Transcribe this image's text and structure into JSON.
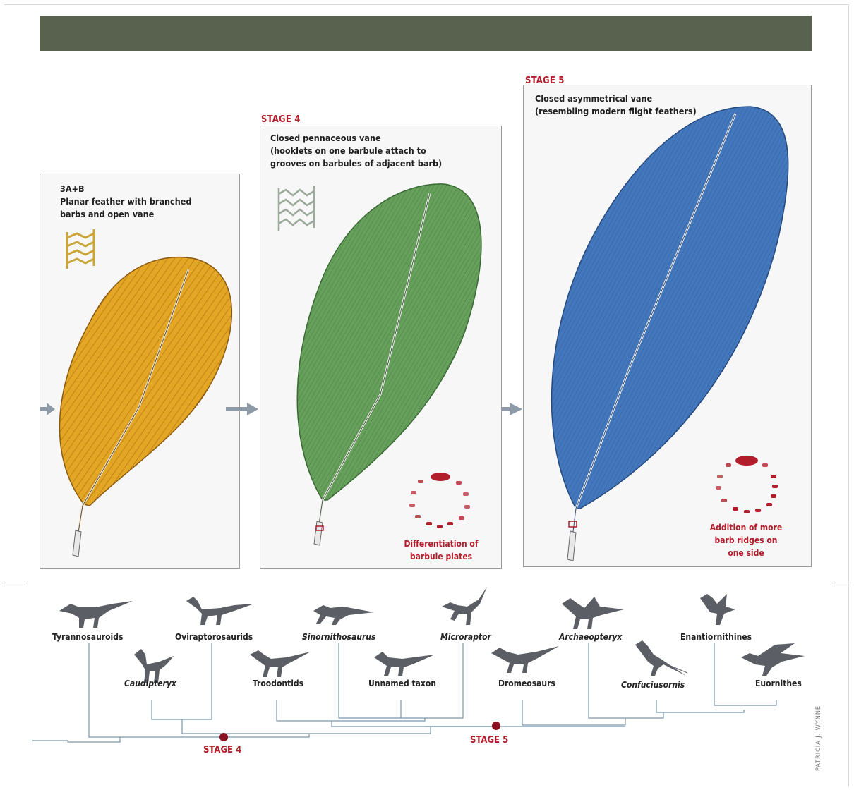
{
  "panels": {
    "stage3": {
      "title": "3A+B",
      "lines": [
        "Planar feather with branched",
        "barbs and open vane"
      ]
    },
    "stage4": {
      "stage_label": "STAGE 4",
      "lines": [
        "Closed pennaceous vane",
        "(hooklets on one barbule attach to",
        "grooves on barbules of adjacent barb)"
      ],
      "caption": [
        "Differentiation of",
        "barbule plates"
      ]
    },
    "stage5": {
      "stage_label": "STAGE 5",
      "lines": [
        "Closed asymmetrical vane",
        "(resembling modern flight feathers)"
      ],
      "caption": [
        "Addition of more",
        "barb ridges on",
        "one side"
      ]
    }
  },
  "cladogram": {
    "taxa": [
      {
        "name": "Tyrannosauroids",
        "italic": false
      },
      {
        "name": "Oviraptorosaurids",
        "italic": false
      },
      {
        "name": "Caudipteryx",
        "italic": true
      },
      {
        "name": "Sinornithosaurus",
        "italic": true
      },
      {
        "name": "Troodontids",
        "italic": false
      },
      {
        "name": "Unnamed taxon",
        "italic": false
      },
      {
        "name": "Microraptor",
        "italic": true
      },
      {
        "name": "Dromeosaurs",
        "italic": false
      },
      {
        "name": "Archaeopteryx",
        "italic": true
      },
      {
        "name": "Confuciusornis",
        "italic": true
      },
      {
        "name": "Enantiornithines",
        "italic": false
      },
      {
        "name": "Euornithes",
        "italic": false
      }
    ],
    "nodes": [
      {
        "label": "STAGE 4"
      },
      {
        "label": "STAGE 5"
      }
    ]
  },
  "credit": "PATRICIA J. WYNNE",
  "colors": {
    "header": "#58624f",
    "accent_red": "#b11d2a",
    "stage3_feather": "#e0a11e",
    "stage4_feather": "#5f9a55",
    "stage5_feather": "#3d6fb5",
    "arrow": "#8e9aa6",
    "branch": "#7a98aa"
  }
}
